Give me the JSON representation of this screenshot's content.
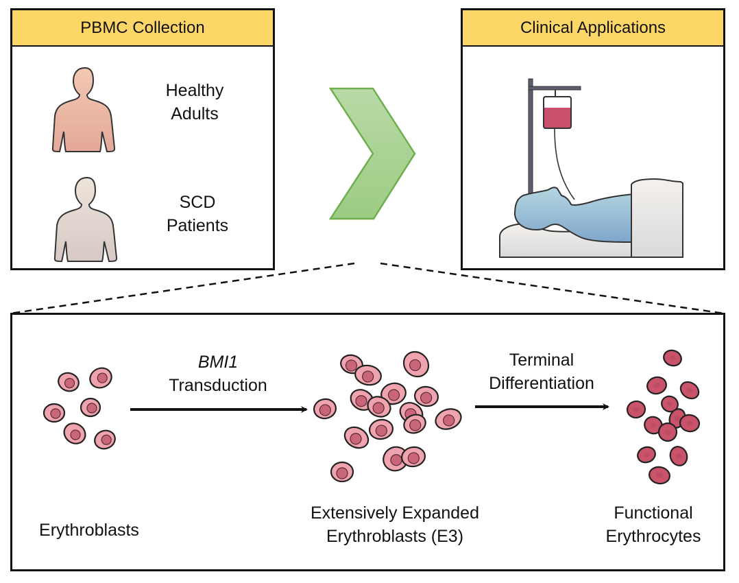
{
  "panels": {
    "pbmc_collection": {
      "title": "PBMC Collection",
      "groups": [
        {
          "label_line1": "Healthy",
          "label_line2": "Adults",
          "icon": "person-torso-icon",
          "color_top": "#F2C9B4",
          "color_bottom": "#E4A898"
        },
        {
          "label_line1": "SCD",
          "label_line2": "Patients",
          "icon": "person-torso-icon",
          "color_top": "#EDE4DA",
          "color_bottom": "#D6C8C4"
        }
      ]
    },
    "clinical_applications": {
      "title": "Clinical Applications",
      "illustration": "patient-transfusion-icon",
      "blood_color": "#C8506A",
      "patient_color": "#9FC3D8"
    },
    "transition_arrow": {
      "icon": "chevron-right-icon",
      "color": "#A7D08E",
      "stroke": "#6DAF4C"
    }
  },
  "process": {
    "stages": [
      {
        "name": "Erythroblasts",
        "line1": "Erythroblasts",
        "line2": ""
      },
      {
        "name": "E3",
        "line1": "Extensively Expanded",
        "line2": "Erythroblasts (E3)"
      },
      {
        "name": "Erythrocytes",
        "line1": "Functional",
        "line2": "Erythrocytes"
      }
    ],
    "steps": [
      {
        "line1": "BMI1",
        "line1_italic": true,
        "line2": "Transduction"
      },
      {
        "line1": "Terminal",
        "line1_italic": false,
        "line2": "Differentiation"
      }
    ],
    "colors": {
      "erythroblast_cell": "#EFA3AE",
      "erythroblast_nucleus": "#C9667A",
      "erythrocyte": "#C8536A",
      "outline": "#222222"
    }
  }
}
